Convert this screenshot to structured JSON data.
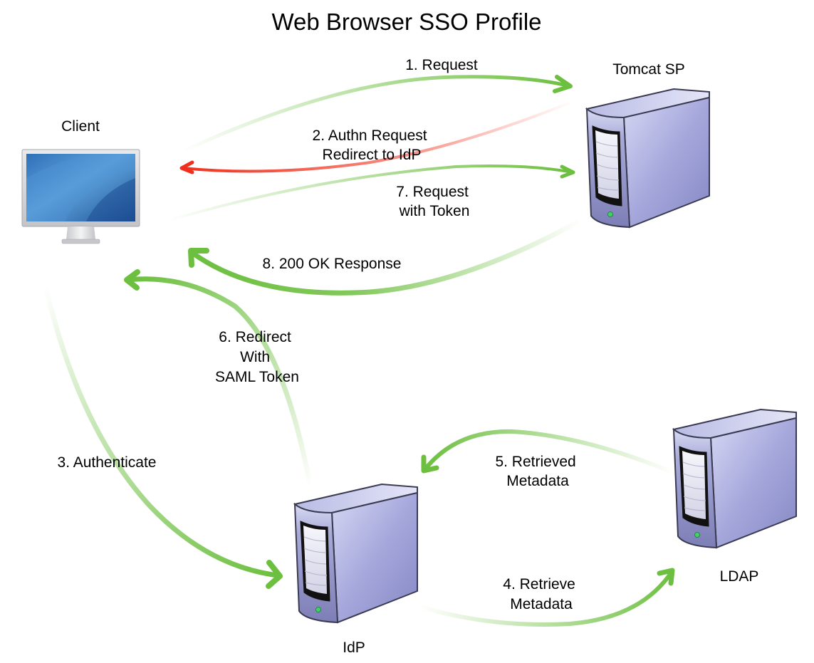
{
  "title": "Web Browser SSO Profile",
  "colors": {
    "green": "#6cbf3f",
    "red": "#f0301c",
    "text": "#111111",
    "server_body": "#9a9ccc",
    "screen": "#3f82c6"
  },
  "nodes": [
    {
      "id": "client",
      "label": "Client",
      "icon": "monitor-icon"
    },
    {
      "id": "sp",
      "label": "Tomcat SP",
      "icon": "server-icon"
    },
    {
      "id": "idp",
      "label": "IdP",
      "icon": "server-icon"
    },
    {
      "id": "ldap",
      "label": "LDAP",
      "icon": "server-icon"
    }
  ],
  "steps": [
    {
      "n": 1,
      "lines": [
        "1. Request"
      ],
      "from": "client",
      "to": "sp",
      "color": "green"
    },
    {
      "n": 2,
      "lines": [
        "2. Authn Request",
        "Redirect to IdP"
      ],
      "from": "sp",
      "to": "client",
      "color": "red"
    },
    {
      "n": 3,
      "lines": [
        "3. Authenticate"
      ],
      "from": "client",
      "to": "idp",
      "color": "green"
    },
    {
      "n": 4,
      "lines": [
        "4. Retrieve",
        "Metadata"
      ],
      "from": "idp",
      "to": "ldap",
      "color": "green"
    },
    {
      "n": 5,
      "lines": [
        "5. Retrieved",
        "Metadata"
      ],
      "from": "ldap",
      "to": "idp",
      "color": "green"
    },
    {
      "n": 6,
      "lines": [
        "6. Redirect",
        "With",
        "SAML Token"
      ],
      "from": "idp",
      "to": "client",
      "color": "green"
    },
    {
      "n": 7,
      "lines": [
        "7. Request",
        "with Token"
      ],
      "from": "client",
      "to": "sp",
      "color": "green"
    },
    {
      "n": 8,
      "lines": [
        "8. 200 OK Response"
      ],
      "from": "sp",
      "to": "client",
      "color": "green"
    }
  ]
}
